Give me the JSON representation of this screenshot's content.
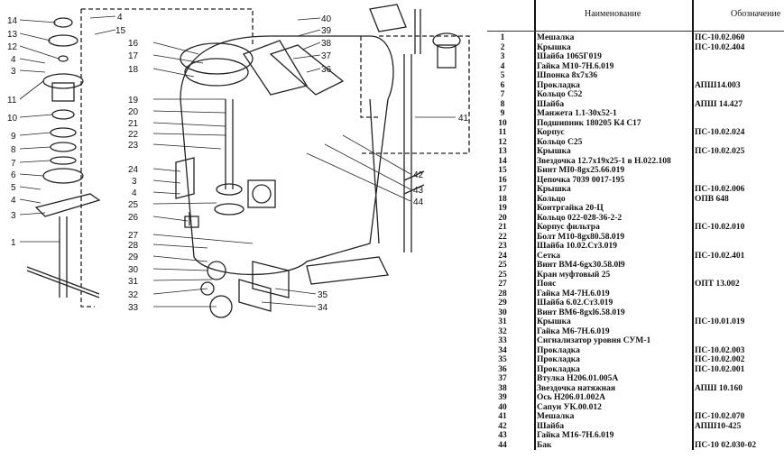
{
  "table": {
    "header": {
      "name": "Наименование",
      "code": "Обозначение"
    },
    "rows": [
      {
        "num": "1",
        "name": "Мешалка",
        "code": "ПС-10.02.060"
      },
      {
        "num": "2",
        "name": "Крышка",
        "code": "ПС-10.02.404"
      },
      {
        "num": "3",
        "name": "Шайба 1065Г019",
        "code": ""
      },
      {
        "num": "4",
        "name": "Гайка М10-7Н.6.019",
        "code": ""
      },
      {
        "num": "5",
        "name": "Шпонка 8x7x36",
        "code": ""
      },
      {
        "num": "6",
        "name": "Прокладка",
        "code": "АПШ14.003"
      },
      {
        "num": "7",
        "name": "Кольцо С52",
        "code": ""
      },
      {
        "num": "8",
        "name": "Шайба",
        "code": "АПШ 14.427"
      },
      {
        "num": "9",
        "name": "Манжета 1.1-30x52-1",
        "code": ""
      },
      {
        "num": "10",
        "name": "Подшипник 180205 К4 С17",
        "code": ""
      },
      {
        "num": "11",
        "name": "Корпус",
        "code": "ПС-10.02.024"
      },
      {
        "num": "12",
        "name": "Кольцо С25",
        "code": ""
      },
      {
        "num": "13",
        "name": "Крышка",
        "code": "ПС-10.02.025"
      },
      {
        "num": "14",
        "name": "Звездочка 12.7x19x25-1 в Н.022.108",
        "code": ""
      },
      {
        "num": "15",
        "name": "Бинт МI0-8gx25.66.019",
        "code": ""
      },
      {
        "num": "16",
        "name": "Цепочка 7039 0017-195",
        "code": ""
      },
      {
        "num": "17",
        "name": "Крышка",
        "code": "ПС-10.02.006"
      },
      {
        "num": "18",
        "name": "Кольцо",
        "code": "ОПВ 648"
      },
      {
        "num": "19",
        "name": "Контргайка 20-Ц",
        "code": ""
      },
      {
        "num": "20",
        "name": "Кольцо 022-028-36-2-2",
        "code": ""
      },
      {
        "num": "21",
        "name": "Корпус фильтра",
        "code": "ПС-10.02.010"
      },
      {
        "num": "22",
        "name": "Болт М10-8gx80.58.019",
        "code": ""
      },
      {
        "num": "23",
        "name": "Шайба 10.02.Ст3.019",
        "code": ""
      },
      {
        "num": "24",
        "name": "Сетка",
        "code": "ПС-10.02.401"
      },
      {
        "num": "25",
        "name": "Винт ВМ4-6gx30.58.0l9",
        "code": ""
      },
      {
        "num": "25",
        "name": "Кран муфтовый 25",
        "code": ""
      },
      {
        "num": "27",
        "name": "Пояс",
        "code": "ОПТ 13.002"
      },
      {
        "num": "28",
        "name": "Гайка М4-7Н.6.019",
        "code": ""
      },
      {
        "num": "29",
        "name": "Шайба 6.02.Ст3.019",
        "code": ""
      },
      {
        "num": "30",
        "name": "Винт ВМ6-8gxl6.58.019",
        "code": ""
      },
      {
        "num": "31",
        "name": "Крышка",
        "code": "ПС-10.01.019"
      },
      {
        "num": "32",
        "name": "Гайка М6-7Н.6.019",
        "code": ""
      },
      {
        "num": "33",
        "name": "Сигнализатор уровня СУМ-1",
        "code": ""
      },
      {
        "num": "34",
        "name": "Прокладка",
        "code": "ПС-10.02.003"
      },
      {
        "num": "35",
        "name": "Прокладка",
        "code": "ПС-10.02.002"
      },
      {
        "num": "36",
        "name": "Прокладка",
        "code": "ПС-10.02.001"
      },
      {
        "num": "37",
        "name": "Втулка Н206.01.005А",
        "code": ""
      },
      {
        "num": "38",
        "name": "Звездочка натяжная",
        "code": "АПШ 10.160"
      },
      {
        "num": "39",
        "name": "Ось Н206.01.002А",
        "code": ""
      },
      {
        "num": "40",
        "name": "Сапун УК.00.012",
        "code": ""
      },
      {
        "num": "41",
        "name": "Мешалка",
        "code": "ПС-10.02.070"
      },
      {
        "num": "42",
        "name": "Шайба",
        "code": "АПШ10-425"
      },
      {
        "num": "43",
        "name": "Гайка М16-7Н.6.019",
        "code": ""
      },
      {
        "num": "44",
        "name": "Бак",
        "code": "ПС-10 02.030-02"
      }
    ]
  },
  "diagram": {
    "callouts": [
      "14",
      "13",
      "12",
      "4",
      "3",
      "11",
      "10",
      "9",
      "8",
      "7",
      "6",
      "5",
      "4",
      "3",
      "1",
      "4",
      "15",
      "16",
      "17",
      "18",
      "19",
      "20",
      "21",
      "22",
      "23",
      "24",
      "3",
      "4",
      "25",
      "26",
      "27",
      "28",
      "29",
      "30",
      "31",
      "32",
      "33",
      "35",
      "34",
      "40",
      "39",
      "38",
      "37",
      "36",
      "41",
      "42",
      "43",
      "44"
    ]
  }
}
